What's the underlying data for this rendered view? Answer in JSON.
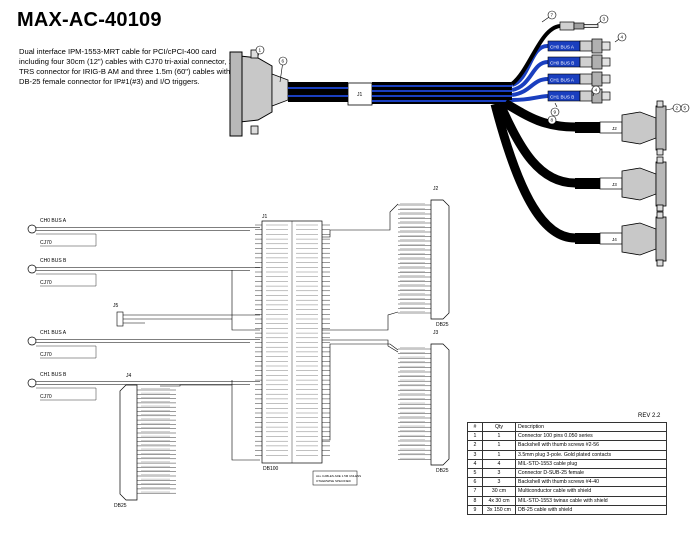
{
  "title": "MAX-AC-40109",
  "description": "Dual interface IPM-1553-MRT cable for PCI/cPCI-400 card including four 30cm (12\") cables with CJ70 tri-axial connector, 1 TRS connector for IRIG-B AM and three 1.5m (60\") cables with DB-25 female connector for IP#1(#3) and I/O triggers.",
  "cable_drawing": {
    "j1_label": "J1",
    "cj70_labels": [
      "CH0 BUS A",
      "CH0 BUS B",
      "CH1 BUS A",
      "CH1 BUS B"
    ],
    "db25_labels": [
      "J2",
      "J3",
      "J4"
    ],
    "callouts": [
      "7",
      "3",
      "4",
      "1",
      "6",
      "9",
      "8",
      "4",
      "2",
      "5"
    ]
  },
  "schematic": {
    "j1_name": "J1",
    "j1_part": "DB100",
    "j2_name": "J2",
    "j2_part": "DB25",
    "j3_name": "J3",
    "j3_part": "DB25",
    "j4_name": "J4",
    "j4_part": "DB25",
    "j5_name": "J5",
    "ch0_bus_a": "CH0 BUS A",
    "ch0_bus_b": "CH0 BUS B",
    "ch1_bus_a": "CH1 BUS A",
    "ch1_bus_b": "CH1 BUS B",
    "cj70": "CJ70",
    "note_lines": [
      "ALL CABLES ARE 1.5M UNLESS",
      "OTHERWISE SPECIFIED"
    ]
  },
  "revision": "REV 2.2",
  "parts_table": {
    "headers": [
      "#",
      "Qty",
      "Description"
    ],
    "rows": [
      [
        "1",
        "1",
        "Connector 100 pins 0.050 series"
      ],
      [
        "2",
        "1",
        "Backshell with thumb screws #2-56"
      ],
      [
        "3",
        "1",
        "3.5mm plug 3-pole. Gold plated contacts"
      ],
      [
        "4",
        "4",
        "MIL-STD-1553 cable plug"
      ],
      [
        "5",
        "3",
        "Connector D-SUB-25 female"
      ],
      [
        "6",
        "3",
        "Backshell with thumb screws #4-40"
      ],
      [
        "7",
        "30 cm",
        "Multiconductor cable with shield"
      ],
      [
        "8",
        "4x 30 cm",
        "MIL-STD-1553 twinax cable with shield"
      ],
      [
        "9",
        "3x 150 cm",
        "DB-25 cable with shield"
      ]
    ]
  }
}
